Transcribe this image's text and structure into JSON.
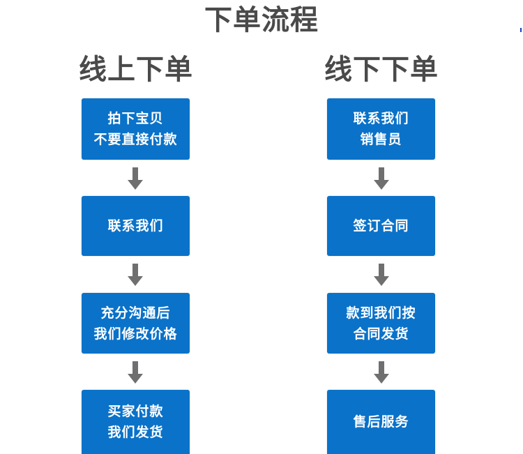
{
  "title": "下单流程",
  "colors": {
    "box_fill": "#0a72c9",
    "box_text": "#ffffff",
    "heading_text": "#4a4a4a",
    "arrow": "#6f6f6f",
    "background": "#ffffff"
  },
  "columns": [
    {
      "title": "线上下单",
      "steps": [
        {
          "lines": [
            "拍下宝贝",
            "不要直接付款"
          ]
        },
        {
          "lines": [
            "联系我们"
          ]
        },
        {
          "lines": [
            "充分沟通后",
            "我们修改价格"
          ]
        },
        {
          "lines": [
            "买家付款",
            "我们发货"
          ]
        }
      ]
    },
    {
      "title": "线下下单",
      "steps": [
        {
          "lines": [
            "联系我们",
            "销售员"
          ]
        },
        {
          "lines": [
            "签订合同"
          ]
        },
        {
          "lines": [
            "款到我们按",
            "合同发货"
          ]
        },
        {
          "lines": [
            "售后服务"
          ]
        }
      ]
    }
  ],
  "arrow_icon": "down-arrow-icon"
}
